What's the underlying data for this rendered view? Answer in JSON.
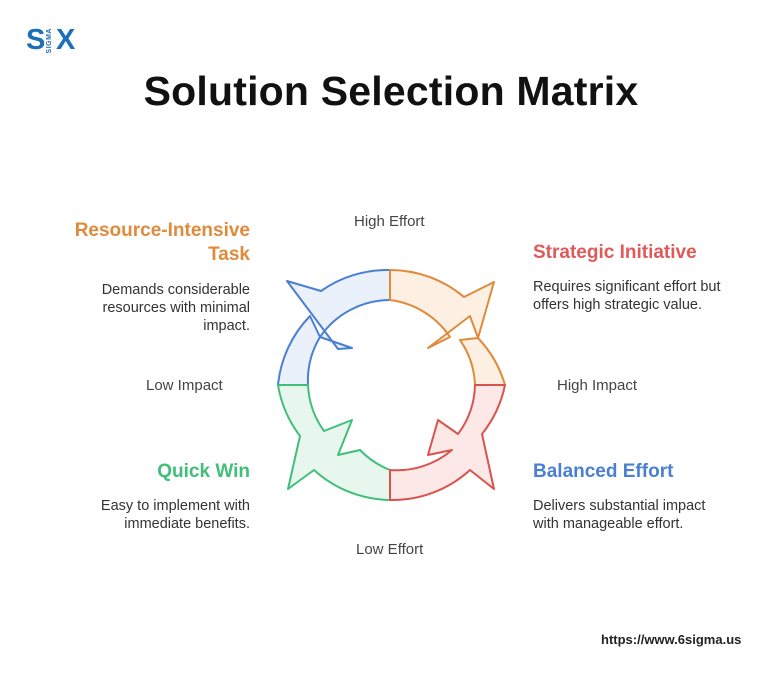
{
  "logo": {
    "s": "S",
    "sigma": "SIGMA",
    "x": "X"
  },
  "title": "Solution Selection Matrix",
  "axes": {
    "top": "High Effort",
    "bottom": "Low Effort",
    "left": "Low Impact",
    "right": "High Impact"
  },
  "quadrants": {
    "top_left": {
      "heading_line1": "Resource-Intensive",
      "heading_line2": "Task",
      "desc_line1": "Demands considerable",
      "desc_line2": "resources with minimal",
      "desc_line3": "impact.",
      "color": "#e08a3c",
      "fill": "#eaf1fb",
      "stroke": "#4a7fd4"
    },
    "top_right": {
      "heading": "Strategic Initiative",
      "desc_line1": "Requires significant effort but",
      "desc_line2": "offers high strategic value.",
      "color": "#e05a5a",
      "fill": "#fdf0e2",
      "stroke": "#e08a3c"
    },
    "bottom_left": {
      "heading": "Quick Win",
      "desc_line1": "Easy to implement with",
      "desc_line2": "immediate benefits.",
      "color": "#3fbf7a",
      "fill": "#e8f7ee",
      "stroke": "#3fbf7a"
    },
    "bottom_right": {
      "heading": "Balanced Effort",
      "desc_line1": "Delivers substantial impact",
      "desc_line2": "with manageable effort.",
      "color": "#4a7fd4",
      "fill": "#fde8e8",
      "stroke": "#d9534f"
    }
  },
  "footer_url": "https://www.6sigma.us"
}
